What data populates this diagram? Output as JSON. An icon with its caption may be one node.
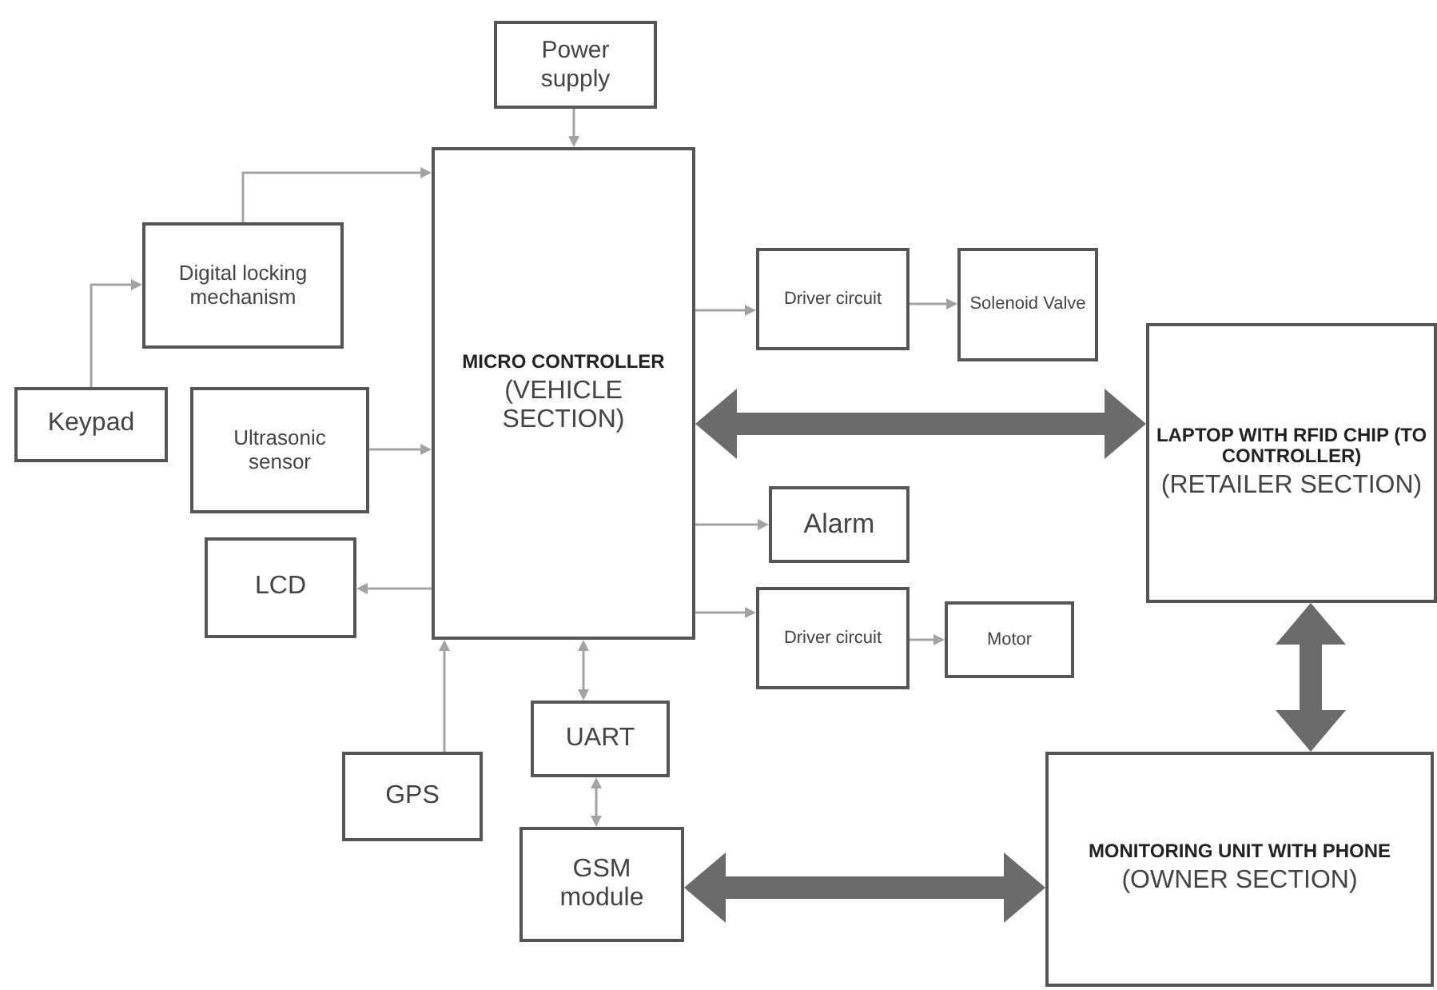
{
  "diagram": {
    "nodes": [
      {
        "text": [
          "Power supply"
        ]
      },
      {
        "text": [
          "MICRO CONTROLLER",
          "(VEHICLE SECTION)"
        ]
      },
      {
        "text": [
          "Digital locking mechanism"
        ]
      },
      {
        "text": [
          "Keypad"
        ]
      },
      {
        "text": [
          "Ultrasonic sensor"
        ]
      },
      {
        "text": [
          "LCD"
        ]
      },
      {
        "text": [
          "GPS"
        ]
      },
      {
        "text": [
          "UART"
        ]
      },
      {
        "text": [
          "GSM module"
        ]
      },
      {
        "text": [
          "Driver circuit"
        ]
      },
      {
        "text": [
          "Solenoid Valve"
        ]
      },
      {
        "text": [
          "Alarm"
        ]
      },
      {
        "text": [
          "Driver circuit"
        ]
      },
      {
        "text": [
          "Motor"
        ]
      },
      {
        "text": [
          "LAPTOP WITH RFID CHIP (TO CONTROLLER)",
          "(RETAILER SECTION)"
        ]
      },
      {
        "text": [
          "MONITORING UNIT WITH PHONE",
          "(OWNER SECTION)"
        ]
      }
    ],
    "edges": [
      {
        "from": 0,
        "to": 1,
        "arrow": "to"
      },
      {
        "from": 3,
        "to": 2,
        "arrow": "to"
      },
      {
        "from": 2,
        "to": 1,
        "arrow": "to"
      },
      {
        "from": 4,
        "to": 1,
        "arrow": "to"
      },
      {
        "from": 1,
        "to": 5,
        "arrow": "to"
      },
      {
        "from": 6,
        "to": 1,
        "arrow": "to"
      },
      {
        "from": 1,
        "to": 7,
        "arrow": "both"
      },
      {
        "from": 7,
        "to": 8,
        "arrow": "both"
      },
      {
        "from": 1,
        "to": 9,
        "arrow": "to"
      },
      {
        "from": 9,
        "to": 10,
        "arrow": "to"
      },
      {
        "from": 1,
        "to": 14,
        "arrow": "both",
        "style": "thick",
        "color": "#6b6b6b"
      },
      {
        "from": 1,
        "to": 11,
        "arrow": "to"
      },
      {
        "from": 1,
        "to": 12,
        "arrow": "to"
      },
      {
        "from": 12,
        "to": 13,
        "arrow": "to"
      },
      {
        "from": 14,
        "to": 15,
        "arrow": "both",
        "style": "thick",
        "color": "#6b6b6b"
      },
      {
        "from": 8,
        "to": 15,
        "arrow": "both",
        "style": "thick",
        "color": "#6b6b6b"
      }
    ]
  }
}
